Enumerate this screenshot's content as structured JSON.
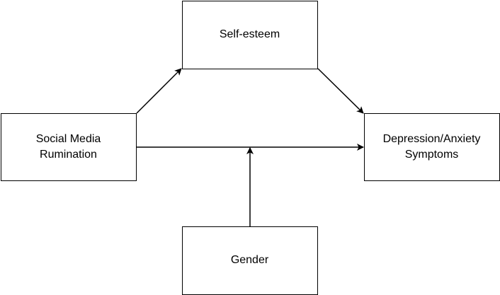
{
  "nodes": {
    "self_esteem": {
      "label": "Self-esteem"
    },
    "social_media_rumination": {
      "label": "Social Media\nRumination"
    },
    "depression_anxiety": {
      "label": "Depression/Anxiety\nSymptoms"
    },
    "gender": {
      "label": "Gender"
    }
  },
  "edges": [
    {
      "from": "Social Media Rumination",
      "to": "Self-esteem"
    },
    {
      "from": "Self-esteem",
      "to": "Depression/Anxiety Symptoms"
    },
    {
      "from": "Social Media Rumination",
      "to": "Depression/Anxiety Symptoms"
    },
    {
      "from": "Gender",
      "to": "Social Media Rumination → Depression/Anxiety Symptoms path"
    }
  ],
  "colors": {
    "stroke": "#000000",
    "fill": "#ffffff",
    "text": "#000000"
  }
}
